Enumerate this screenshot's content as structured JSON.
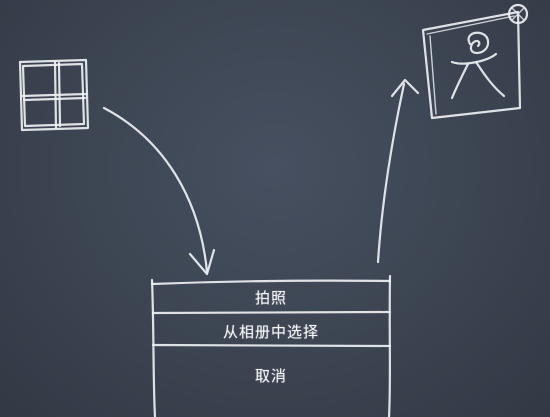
{
  "action_sheet": {
    "options": [
      {
        "label": "拍照"
      },
      {
        "label": "从相册中选择"
      },
      {
        "label": "取消"
      }
    ]
  },
  "icons": {
    "source": "image-grid-icon",
    "result": "photo-avatar-icon"
  },
  "colors": {
    "chalkboard": "#3c4451",
    "chalk": "#eef0f2"
  }
}
